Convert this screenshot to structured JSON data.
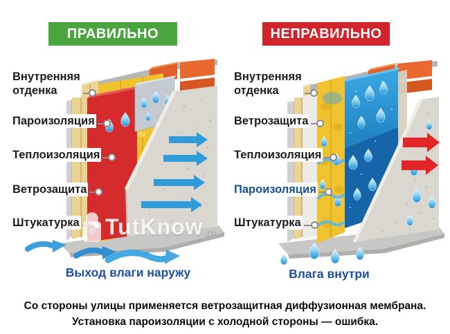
{
  "headers": {
    "correct_label": "ПРАВИЛЬНО",
    "incorrect_label": "НЕПРАВИЛЬНО"
  },
  "left_panel": {
    "labels": [
      "Внутренняя отденка",
      "Пароизоляция",
      "Теплоизоляция",
      "Ветрозащита",
      "Штукатурка"
    ],
    "caption": "Выход влаги наружу"
  },
  "right_panel": {
    "labels": [
      "Внутренняя отденка",
      "Ветрозащита",
      "Теплоизоляция",
      "Пароизоляция",
      "Штукатурка"
    ],
    "highlighted_label": "Пароизоляция",
    "caption": "Влага внутри"
  },
  "footer": {
    "line1": "Со стороны улицы применяется ветрозащитная диффузионная мембрана.",
    "line2": "Установка пароизоляции с холодной стороны — ошибка."
  },
  "watermark": {
    "text": "TutKnow",
    "suffix": ".ru"
  },
  "colors": {
    "correct_green": "#4ba53f",
    "incorrect_red": "#d2242b",
    "vapor_barrier_red": "#d52b2d",
    "membrane_blue": "#2a96d4",
    "insulation_yellow": "#f0c32e",
    "moisture_arrow_blue": "#2f9bd9",
    "error_arrow_red": "#e22526",
    "caption_blue": "#1d4f9e"
  }
}
